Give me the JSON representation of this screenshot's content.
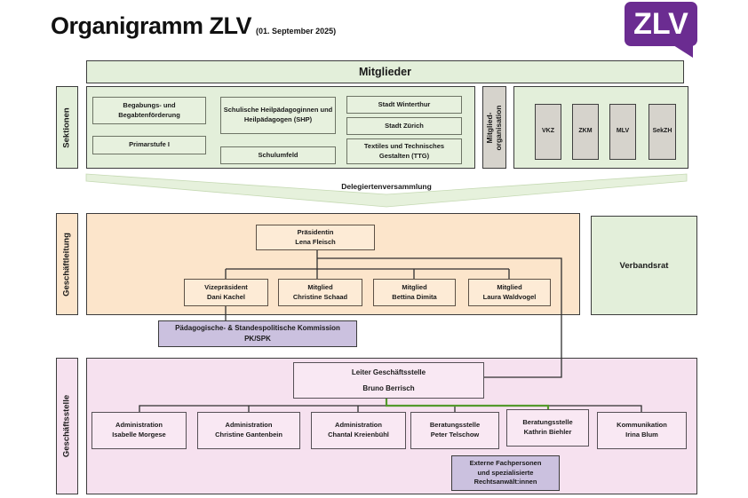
{
  "title": "Organigramm ZLV",
  "subtitle": "(01. September 2025)",
  "logo": {
    "text": "ZLV"
  },
  "colors": {
    "brand_purple": "#6B2C91",
    "accent_green": "#54992C",
    "light_green": "#E3EFDA",
    "peach": "#FCE5CB",
    "pink": "#F6E1EF",
    "lavender": "#CBC1DF"
  },
  "mitglieder_bar": "Mitglieder",
  "sektionen": {
    "label": "Sektionen",
    "boxes": [
      "Begabungs- und Begabtenförderung",
      "Primarstufe I",
      "Schulische Heilpädagoginnen und Heilpädagogen (SHP)",
      "Schulumfeld",
      "Stadt Winterthur",
      "Stadt Zürich",
      "Textiles und Technisches Gestalten (TTG)"
    ]
  },
  "mitgliedorganisation": {
    "label_line1": "Mitglied-",
    "label_line2": "organisation",
    "orgs": [
      "VKZ",
      "ZKM",
      "MLV",
      "SekZH"
    ]
  },
  "delegiertenversammlung": "Delegiertenversammlung",
  "geschaeftsleitung": {
    "label": "Geschäftleitung",
    "praesidentin": {
      "role": "Präsidentin",
      "name": "Lena Fleisch"
    },
    "members": [
      {
        "role": "Vizepräsident",
        "name": "Dani Kachel"
      },
      {
        "role": "Mitglied",
        "name": "Christine Schaad"
      },
      {
        "role": "Mitglied",
        "name": "Bettina Dimita"
      },
      {
        "role": "Mitglied",
        "name": "Laura Waldvogel"
      }
    ]
  },
  "verbandsrat": "Verbandsrat",
  "kommission": {
    "line1": "Pädagogische- & Standespolitische Kommission",
    "line2": "PK/SPK"
  },
  "geschaeftsstelle": {
    "label": "Geschäftsstelle",
    "leiter": {
      "role": "Leiter Geschäftsstelle",
      "name": "Bruno Berrisch"
    },
    "staff": [
      {
        "role": "Administration",
        "name": "Isabelle Morgese"
      },
      {
        "role": "Administration",
        "name": "Christine Gantenbein"
      },
      {
        "role": "Administration",
        "name": "Chantal Kreienbühl"
      },
      {
        "role": "Beratungsstelle",
        "name": "Peter Telschow"
      },
      {
        "role": "Beratungsstelle",
        "name": "Kathrin Biehler"
      },
      {
        "role": "Kommunikation",
        "name": "Irina Blum"
      }
    ],
    "extern": {
      "line1": "Externe Fachpersonen",
      "line2": "und spezialisierte",
      "line3": "Rechtsanwält:innen"
    }
  }
}
